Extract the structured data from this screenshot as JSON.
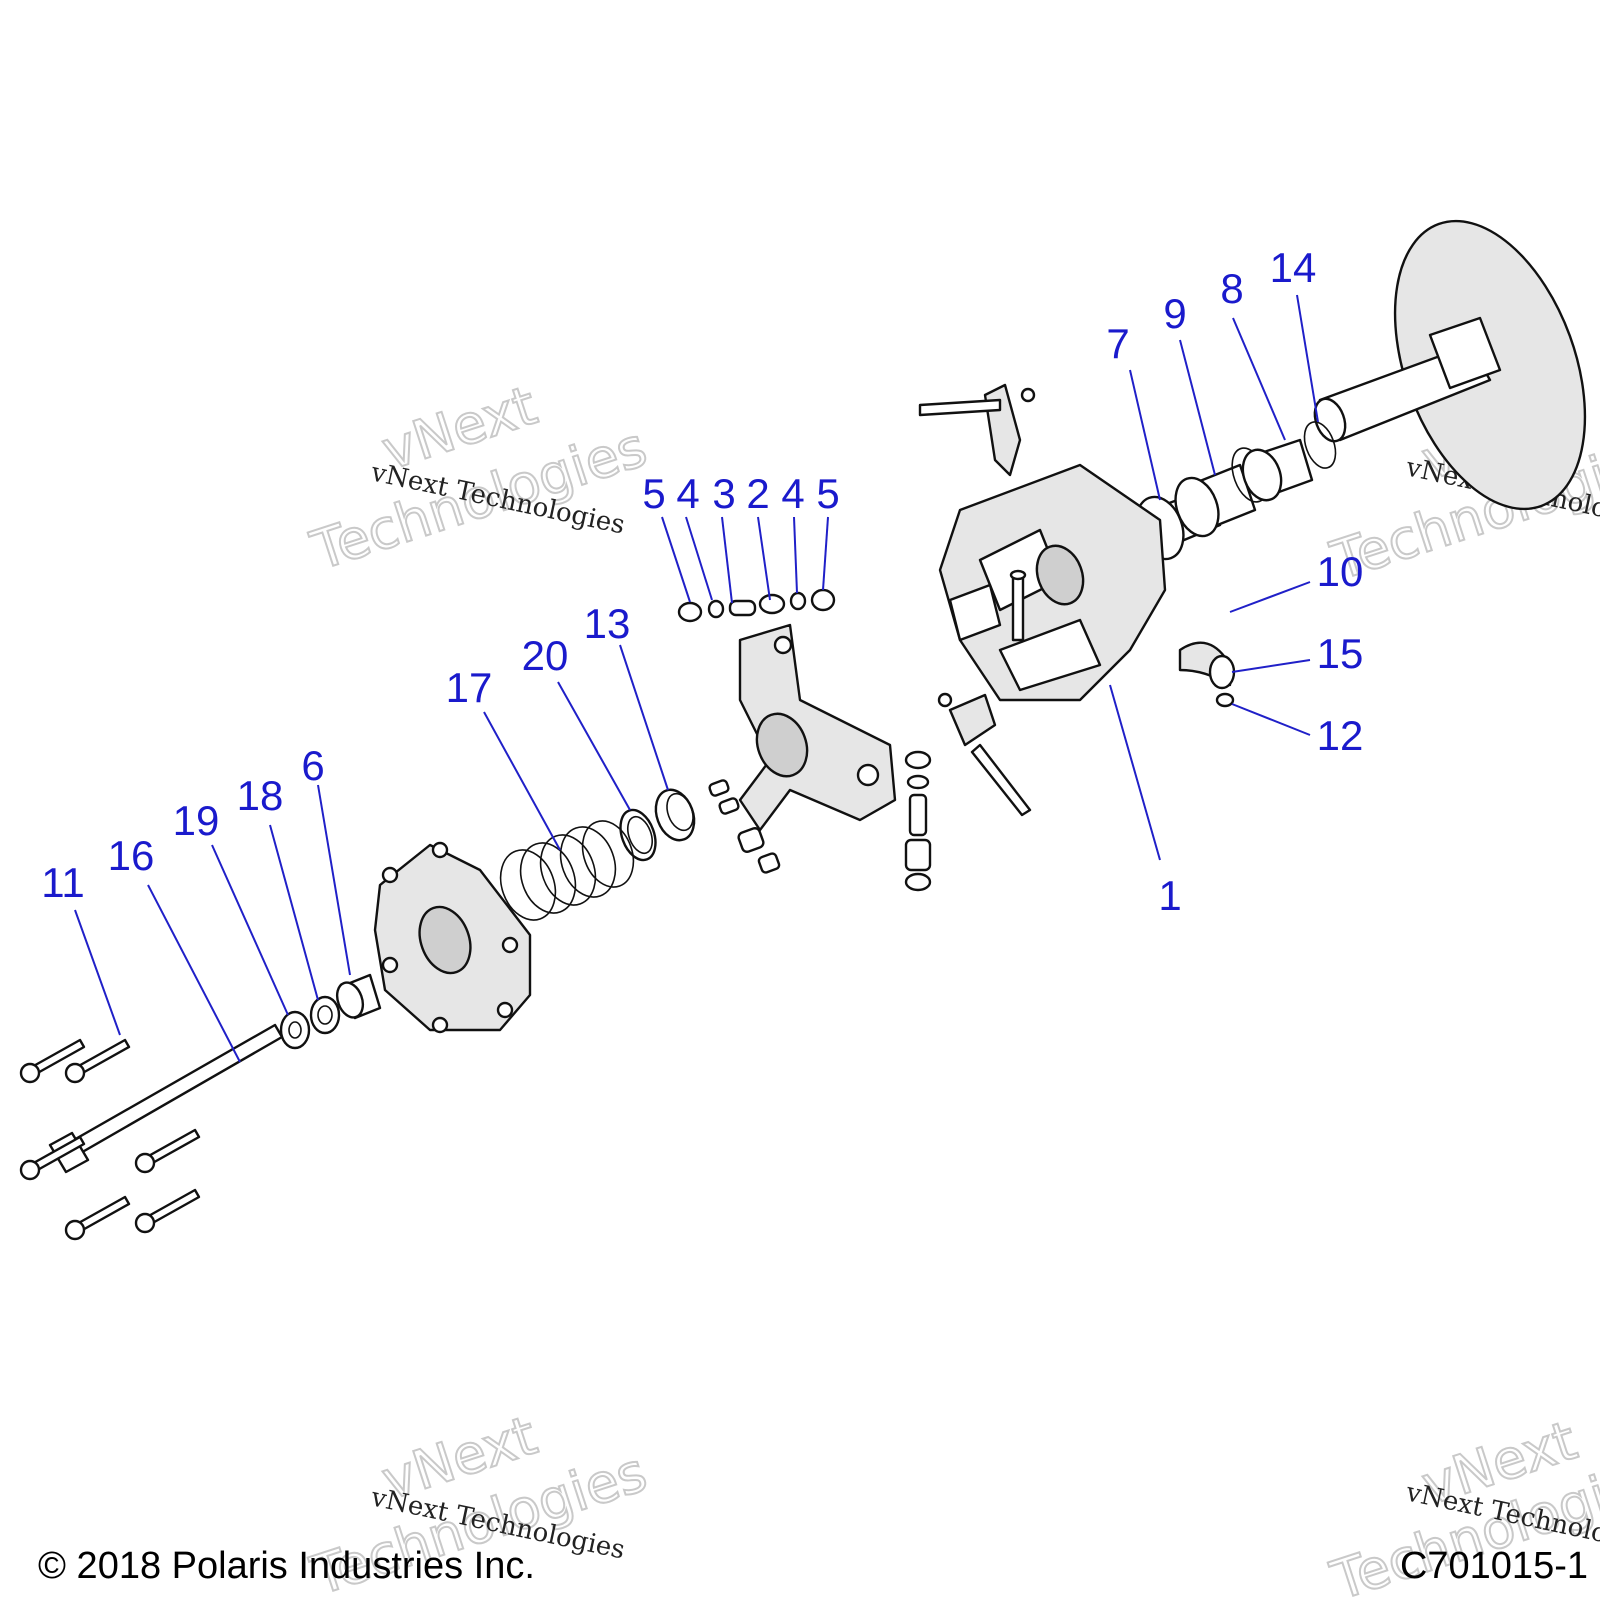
{
  "callouts": [
    {
      "label": "1"
    },
    {
      "label": "2"
    },
    {
      "label": "3"
    },
    {
      "label": "4"
    },
    {
      "label": "4"
    },
    {
      "label": "5"
    },
    {
      "label": "5"
    },
    {
      "label": "6"
    },
    {
      "label": "7"
    },
    {
      "label": "8"
    },
    {
      "label": "9"
    },
    {
      "label": "10"
    },
    {
      "label": "11"
    },
    {
      "label": "12"
    },
    {
      "label": "13"
    },
    {
      "label": "14"
    },
    {
      "label": "15"
    },
    {
      "label": "16"
    },
    {
      "label": "17"
    },
    {
      "label": "18"
    },
    {
      "label": "19"
    },
    {
      "label": "20"
    }
  ],
  "watermark": {
    "line_small": "vNext Technologies",
    "line_big_1": "vNext",
    "line_big_2": "Technologies"
  },
  "footer": {
    "copyright": "© 2018 Polaris Industries Inc.",
    "drawing_id": "C701015-1"
  },
  "colors": {
    "callout": "#1a1acc",
    "line": "#111111"
  }
}
